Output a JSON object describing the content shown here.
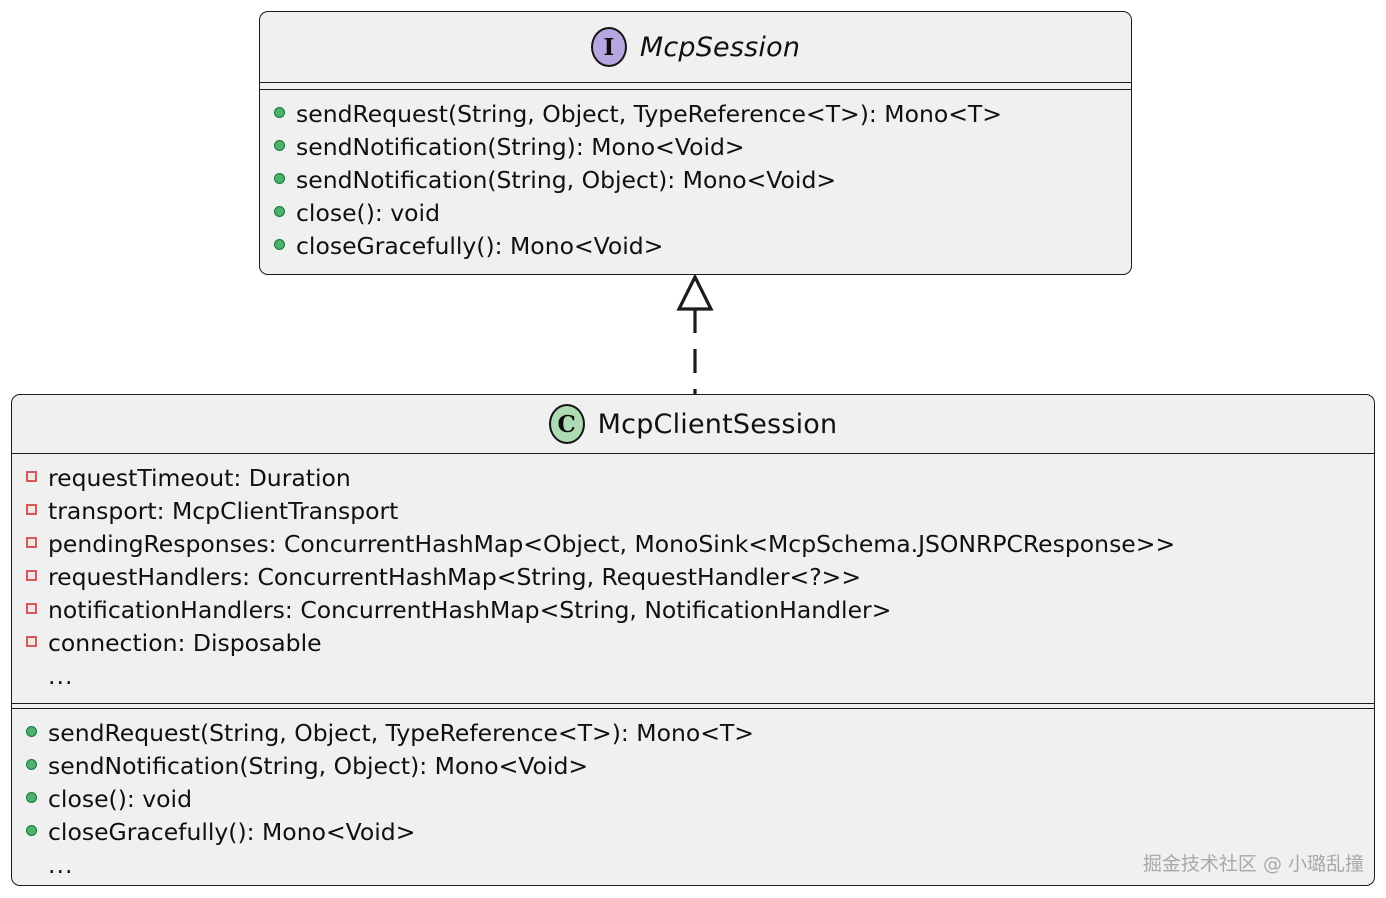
{
  "diagram": {
    "type": "uml-class-diagram",
    "relationship": {
      "kind": "realization",
      "from": "McpClientSession",
      "to": "McpSession",
      "line_style": "dashed",
      "arrow_head": "hollow-triangle"
    }
  },
  "interface": {
    "stereotype_letter": "I",
    "stereotype_icon": "interface-circle-icon",
    "stereotype_color": "#b6a7e0",
    "name": "McpSession",
    "attributes": [],
    "methods": [
      {
        "visibility": "public",
        "text": "sendRequest(String, Object, TypeReference<T>): Mono<T>"
      },
      {
        "visibility": "public",
        "text": "sendNotification(String): Mono<Void>"
      },
      {
        "visibility": "public",
        "text": "sendNotification(String, Object): Mono<Void>"
      },
      {
        "visibility": "public",
        "text": "close(): void"
      },
      {
        "visibility": "public",
        "text": "closeGracefully(): Mono<Void>"
      }
    ]
  },
  "class": {
    "stereotype_letter": "C",
    "stereotype_icon": "class-circle-icon",
    "stereotype_color": "#aedcb2",
    "name": "McpClientSession",
    "attributes": [
      {
        "visibility": "private",
        "text": "requestTimeout: Duration"
      },
      {
        "visibility": "private",
        "text": "transport: McpClientTransport"
      },
      {
        "visibility": "private",
        "text": "pendingResponses: ConcurrentHashMap<Object, MonoSink<McpSchema.JSONRPCResponse>>"
      },
      {
        "visibility": "private",
        "text": "requestHandlers: ConcurrentHashMap<String, RequestHandler<?>>"
      },
      {
        "visibility": "private",
        "text": "notificationHandlers: ConcurrentHashMap<String, NotificationHandler>"
      },
      {
        "visibility": "private",
        "text": "connection: Disposable"
      },
      {
        "visibility": "none",
        "text": "..."
      }
    ],
    "methods": [
      {
        "visibility": "public",
        "text": "sendRequest(String, Object, TypeReference<T>): Mono<T>"
      },
      {
        "visibility": "public",
        "text": "sendNotification(String, Object): Mono<Void>"
      },
      {
        "visibility": "public",
        "text": "close(): void"
      },
      {
        "visibility": "public",
        "text": "closeGracefully(): Mono<Void>"
      },
      {
        "visibility": "none",
        "text": "..."
      }
    ]
  },
  "watermark": {
    "text": "掘金技术社区 @ 小璐乱撞"
  },
  "colors": {
    "box_fill": "#f0f0f0",
    "box_border": "#1c1c1c",
    "public_marker": "#4fb06a",
    "private_marker": "#d15a5a",
    "interface_badge": "#b6a7e0",
    "class_badge": "#aedcb2",
    "watermark": "#a9a9a9"
  }
}
